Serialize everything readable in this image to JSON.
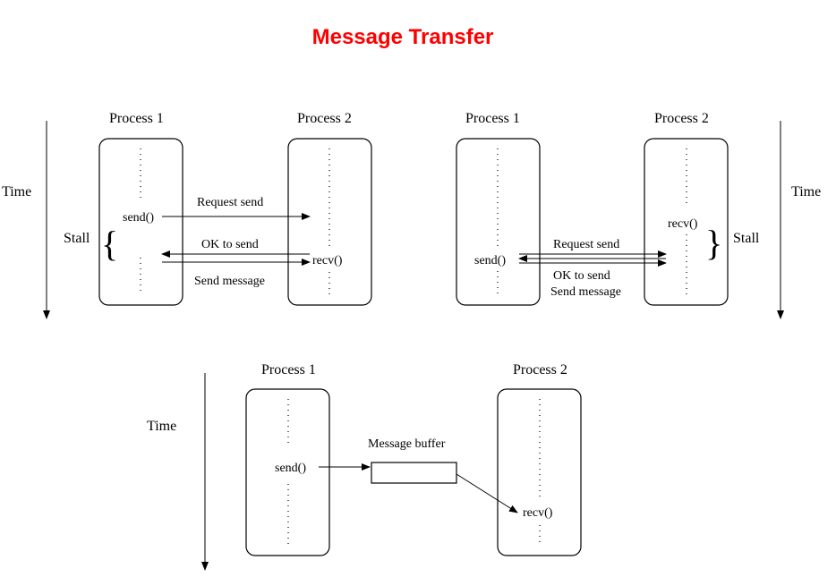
{
  "title": "Message Transfer",
  "labels": {
    "process_1": "Process 1",
    "process_2": "Process 2",
    "time": "Time",
    "stall": "Stall",
    "send_call": "send()",
    "recv_call": "recv()",
    "request_send": "Request send",
    "ok_to_send": "OK to send",
    "send_message": "Send message",
    "message_buffer": "Message buffer"
  },
  "stall_brace_left": "{",
  "stall_brace_right": "}"
}
